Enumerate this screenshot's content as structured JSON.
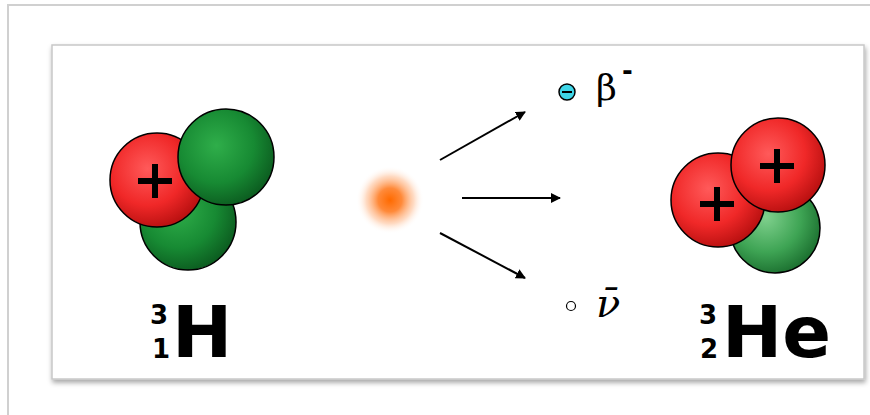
{
  "diagram": {
    "labels": [
      "3",
      "1",
      "H",
      "β",
      "-",
      "ν̄",
      "3",
      "2",
      "He"
    ]
  }
}
